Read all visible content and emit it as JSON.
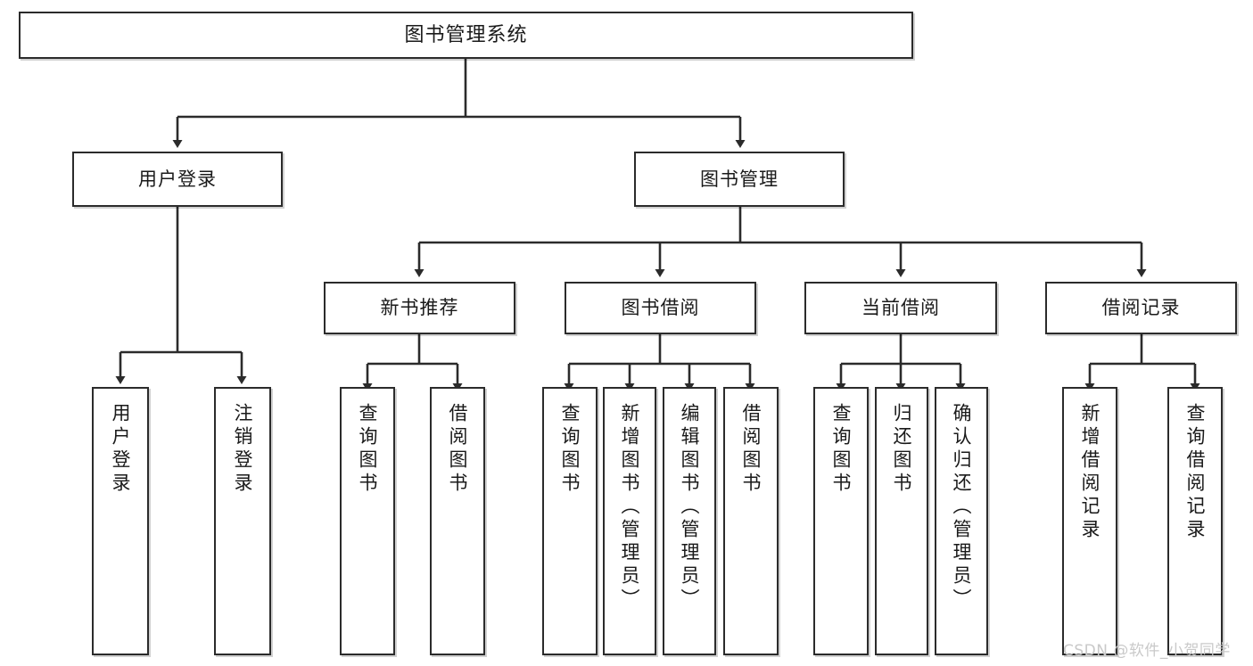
{
  "diagram": {
    "title": "图书管理系统",
    "watermark": "CSDN @软件_小贺同学",
    "colors": {
      "box_border": "#2b2b2b",
      "box_fill": "#ffffff",
      "edge": "#2b2b2b",
      "text": "#1a1a1a",
      "watermark": "#c9c9c9"
    },
    "levels": {
      "root": "图书管理系统",
      "level1": [
        "用户登录",
        "图书管理"
      ],
      "level2": [
        "新书推荐",
        "图书借阅",
        "当前借阅",
        "借阅记录"
      ]
    },
    "nodes": {
      "root": "图书管理系统",
      "user_login": "用户登录",
      "book_manage": "图书管理",
      "new_book_rec": "新书推荐",
      "book_borrow": "图书借阅",
      "current_borrow": "当前借阅",
      "borrow_record": "借阅记录",
      "leaf_user_login": "用户登录",
      "leaf_user_logout": "注销登录",
      "leaf_query_book_1": "查询图书",
      "leaf_borrow_book_1": "借阅图书",
      "leaf_query_book_2": "查询图书",
      "leaf_add_book_admin": "新增图书（管理员）",
      "leaf_edit_book_admin": "编辑图书（管理员）",
      "leaf_borrow_book_2": "借阅图书",
      "leaf_query_book_3": "查询图书",
      "leaf_return_book": "归还图书",
      "leaf_confirm_return_admin": "确认归还（管理员）",
      "leaf_add_borrow_record": "新增借阅记录",
      "leaf_query_borrow_record": "查询借阅记录"
    }
  }
}
